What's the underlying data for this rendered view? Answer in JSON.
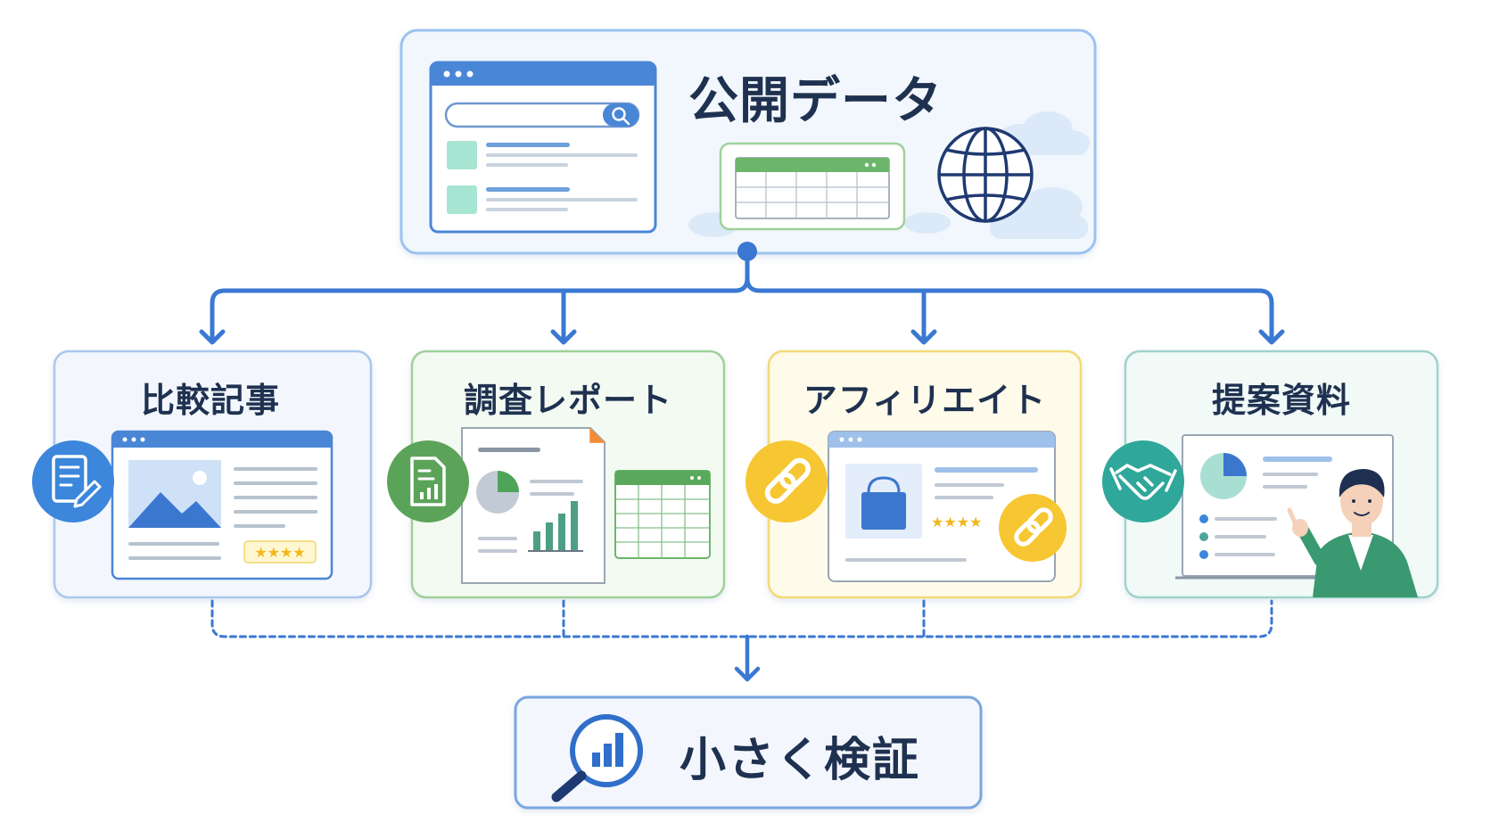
{
  "source": {
    "title": "公開データ"
  },
  "outputs": [
    {
      "title": "比較記事"
    },
    {
      "title": "調査レポート"
    },
    {
      "title": "アフィリエイト"
    },
    {
      "title": "提案資料"
    }
  ],
  "goal": {
    "title": "小さく検証"
  },
  "colors": {
    "arrow": "#3a78d2",
    "source_border": "#9cc3ef",
    "card_blue_border": "#a9c7ee",
    "card_green_border": "#9fd19a",
    "card_yellow_border": "#f3d978",
    "card_teal_border": "#9fd3cc",
    "text_dark": "#1f3150"
  }
}
